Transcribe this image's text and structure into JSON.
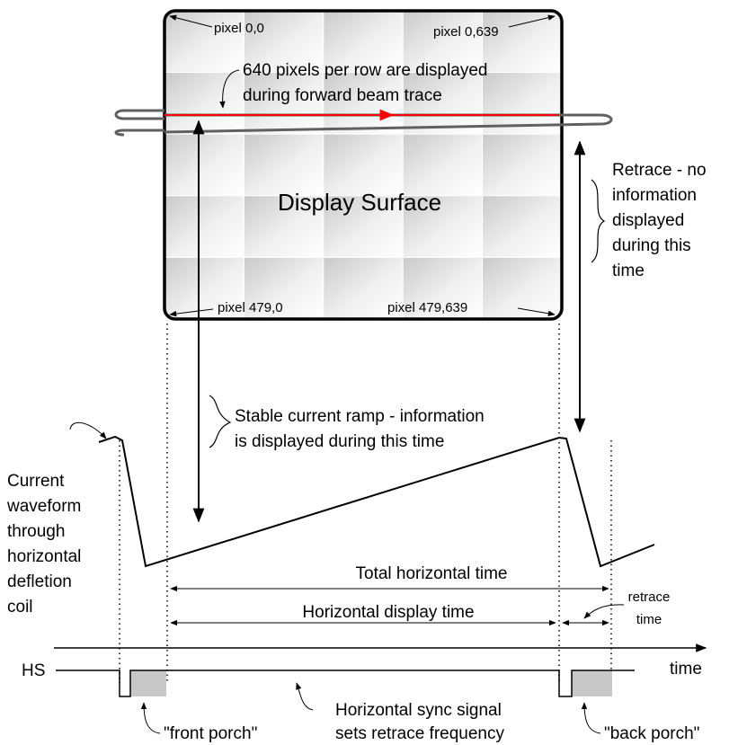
{
  "screen": {
    "title": "Display Surface",
    "corners": {
      "top_left": "pixel 0,0",
      "top_right": "pixel 0,639",
      "bottom_left": "pixel 479,0",
      "bottom_right": "pixel 479,639"
    },
    "row_note_line1": "640 pixels per row are displayed",
    "row_note_line2": "during forward beam trace"
  },
  "retrace_note": [
    "Retrace - no",
    "information",
    "displayed",
    "during this",
    "time"
  ],
  "ramp_note": {
    "line1": "Stable current ramp - information",
    "line2": "is displayed during this time"
  },
  "waveform_note": [
    "Current",
    "waveform",
    "through",
    "horizontal",
    "defletion",
    "coil"
  ],
  "timing": {
    "total": "Total horizontal time",
    "display": "Horizontal display time",
    "retrace_line1": "retrace",
    "retrace_line2": "time",
    "axis": "time",
    "hs": "HS"
  },
  "sync_note": {
    "line1": "Horizontal sync signal",
    "line2": "sets retrace frequency"
  },
  "front_porch": "\"front porch\"",
  "back_porch": "\"back porch\"",
  "colors": {
    "beam": "#ff0000",
    "coil": "#606060",
    "porch": "#c8c8c8",
    "tile_light": "#ffffff",
    "tile_dark": "#c8c8c8"
  }
}
